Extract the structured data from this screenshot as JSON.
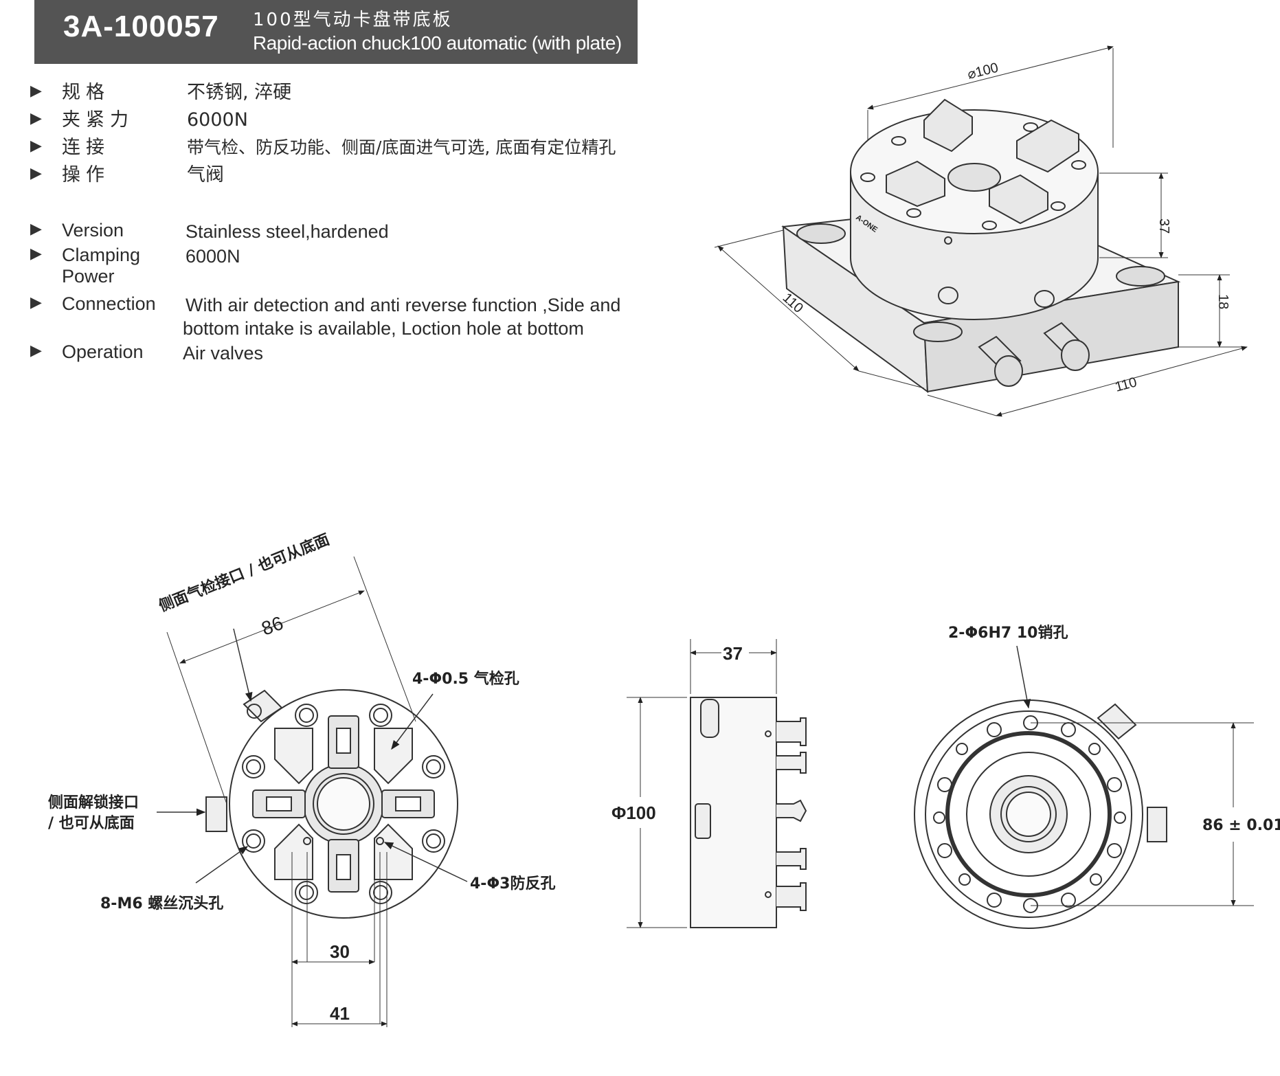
{
  "header": {
    "code": "3A-100057",
    "title_cn": "100型气动卡盘带底板",
    "title_en": "Rapid-action chuck100 automatic (with plate)"
  },
  "specs_cn": [
    {
      "label": "规格",
      "value": "不锈钢, 淬硬"
    },
    {
      "label": "夹紧力",
      "value": "6000N"
    },
    {
      "label": "连接",
      "value": "带气检、防反功能、侧面/底面进气可选, 底面有定位精孔"
    },
    {
      "label": "操作",
      "value": "气阀"
    }
  ],
  "specs_en": [
    {
      "label": "Version",
      "value": "Stainless steel,hardened"
    },
    {
      "label_line1": "Clamping",
      "label_line2": "Power",
      "value": "6000N"
    },
    {
      "label": "Connection",
      "value_line1": "With air detection and anti reverse function ,Side and",
      "value_line2": "bottom intake is available, Loction hole at bottom"
    },
    {
      "label": "Operation",
      "value": "Air valves"
    }
  ],
  "iso_view": {
    "dim_diameter": "⌀100",
    "dim_height": "37",
    "dim_plate_height": "18",
    "dim_width_left": "110",
    "dim_width_right": "110",
    "brand": "A-ONE"
  },
  "top_view": {
    "dim_86": "86",
    "dim_30": "30",
    "dim_41": "41",
    "note_side_port": "侧面气检接口 / 也可从底面",
    "note_air_hole": "4-Φ0.5 气检孔",
    "note_unlock_line1": "侧面解锁接口",
    "note_unlock_line2": "/ 也可从底面",
    "note_screw": "8-M6 螺丝沉头孔",
    "note_anti": "4-Φ3防反孔"
  },
  "side_view": {
    "dim_37": "37",
    "dim_100": "Φ100"
  },
  "bottom_view": {
    "note_pin": "2-Φ6H7 10销孔",
    "dim_86": "86 ± 0.01"
  }
}
